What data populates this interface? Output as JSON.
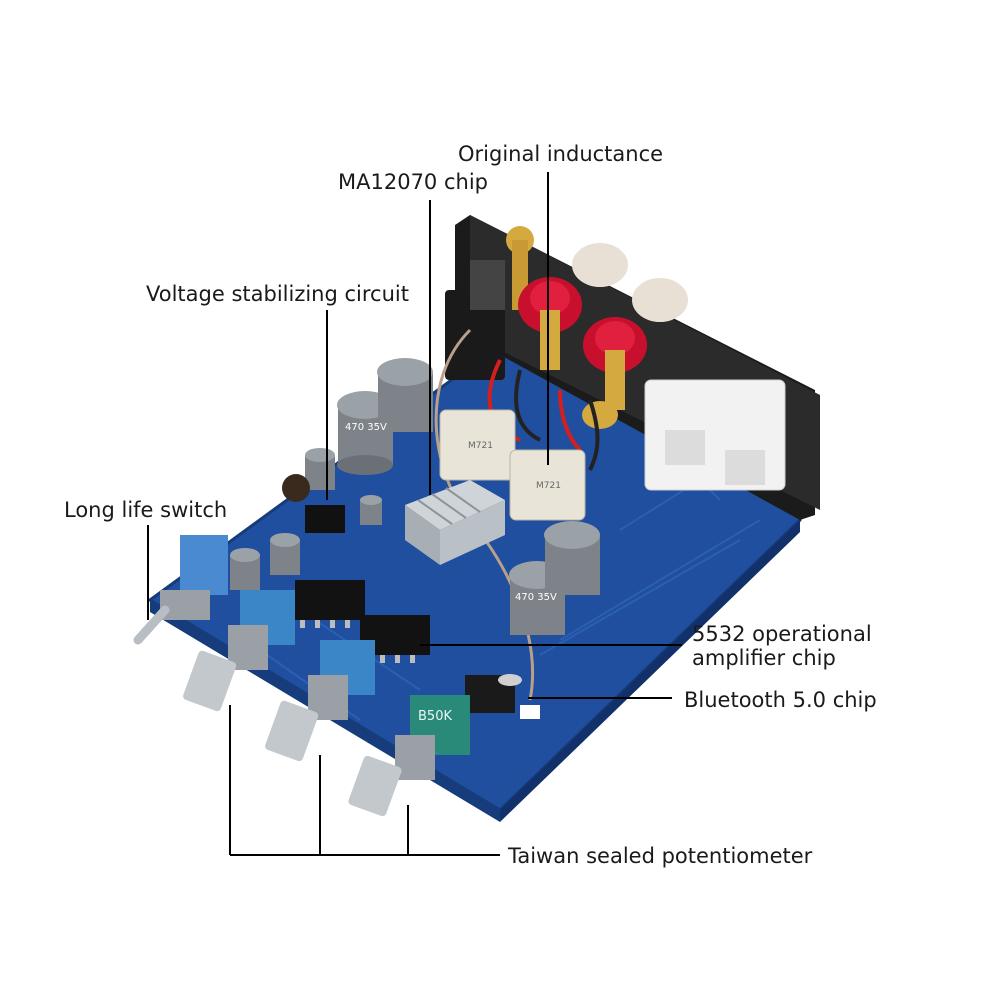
{
  "callouts": {
    "original_inductance": "Original inductance",
    "ma12070_chip": "MA12070 chip",
    "voltage_stabilizing": "Voltage stabilizing circuit",
    "long_life_switch": "Long life switch",
    "opamp_line1": "5532 operational",
    "opamp_line2": "amplifier chip",
    "bluetooth_chip": "Bluetooth 5.0 chip",
    "potentiometer": "Taiwan sealed potentiometer"
  },
  "components": {
    "cap_470_label": "470 35V",
    "inductor_label": "M721",
    "pot_label": "B50K"
  },
  "colors": {
    "pcb": "#1f4f9e",
    "pcb_dark": "#163c7c",
    "rear_panel": "#1b1b1b",
    "red_terminal": "#c8102e",
    "gold": "#d4a940",
    "pot_blue": "#3b86c6",
    "pot_teal": "#2a8a7a",
    "line": "#000000"
  }
}
